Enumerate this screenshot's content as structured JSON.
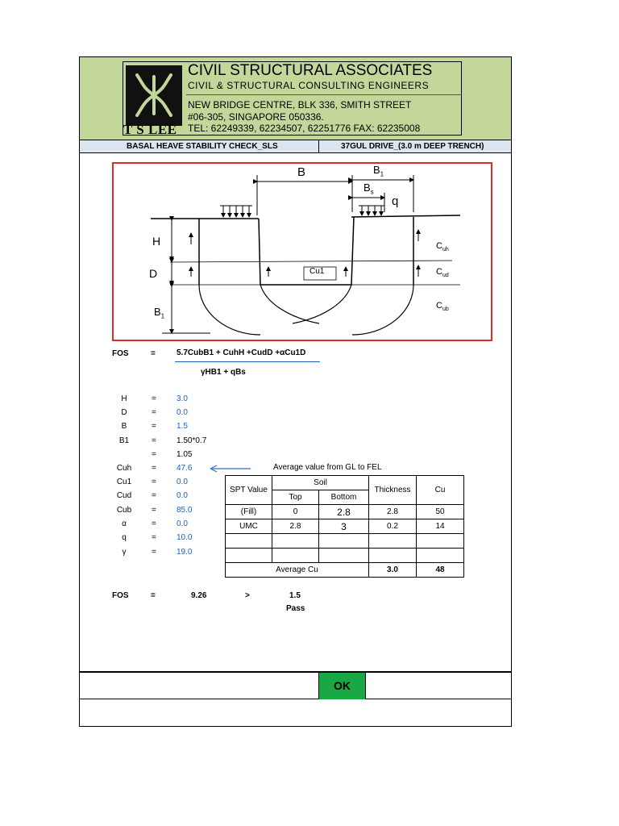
{
  "company": {
    "logo_text": "T S LEE",
    "name": "CIVIL STRUCTURAL ASSOCIATES",
    "subtitle": "CIVIL & STRUCTURAL CONSULTING ENGINEERS",
    "address1": "NEW BRIDGE CENTRE, BLK 336,  SMITH STREET",
    "address2": "#06-305,  SINGAPORE 050336.",
    "contact": "TEL: 62249339, 62234507, 62251776 FAX: 62235008"
  },
  "title_left": "BASAL HEAVE STABILITY CHECK_SLS",
  "title_right": "37GUL DRIVE_(3.0 m DEEP TRENCH)",
  "diagram_labels": {
    "B": "B",
    "B1_top": "B",
    "B1_top_sub": "1",
    "Bs": "B",
    "Bs_sub": "s",
    "q": "q",
    "H": "H",
    "D": "D",
    "B1_left": "B",
    "B1_left_sub": "1",
    "Cu1": "Cu1",
    "Cuh": "C",
    "Cuh_sub": "uh",
    "Cud": "C",
    "Cud_sub": "ud",
    "Cub": "C",
    "Cub_sub": "ub"
  },
  "formula": {
    "label": "FOS",
    "eq": "=",
    "numerator": "5.7CubB1 + CuhH +CudD +αCu1D",
    "denominator": "γHB1 + qBs"
  },
  "params": [
    {
      "name": "H",
      "value": "3.0",
      "blue": true
    },
    {
      "name": "D",
      "value": "0.0",
      "blue": true
    },
    {
      "name": "B",
      "value": "1.5",
      "blue": true
    },
    {
      "name": "B1",
      "value": "1.50*0.7",
      "blue": false
    },
    {
      "name": "",
      "value": "1.05",
      "blue": false
    },
    {
      "name": "Cuh",
      "value": "47.6",
      "blue": true
    },
    {
      "name": "Cu1",
      "value": "0.0",
      "blue": true
    },
    {
      "name": "Cud",
      "value": "0.0",
      "blue": true
    },
    {
      "name": "Cub",
      "value": "85.0",
      "blue": true
    },
    {
      "name": "α",
      "value": "0.0",
      "blue": true
    },
    {
      "name": "q",
      "value": "10.0",
      "blue": true
    },
    {
      "name": "γ",
      "value": "19.0",
      "blue": true
    }
  ],
  "avg_note": "Average value from GL to FEL",
  "table": {
    "h_spt": "SPT Value",
    "h_soil": "Soil",
    "h_top": "Top",
    "h_bottom": "Bottom",
    "h_thickness": "Thickness",
    "h_cu": "Cu",
    "rows": [
      {
        "spt": "(Fill)",
        "top": "0",
        "bottom": "2.8",
        "thickness": "2.8",
        "cu": "50"
      },
      {
        "spt": "UMC",
        "top": "2.8",
        "bottom": "3",
        "thickness": "0.2",
        "cu": "14"
      }
    ],
    "avg_label": "Average Cu",
    "avg_thickness": "3.0",
    "avg_cu": "48"
  },
  "result": {
    "label": "FOS",
    "eq": "=",
    "value": "9.26",
    "op": ">",
    "limit": "1.5",
    "status": "Pass"
  },
  "ok_label": "OK",
  "colors": {
    "header_bg": "#c4d79b",
    "title_bg": "#dce6f1",
    "ok_bg": "#19a845",
    "diagram_border": "#e12b2b",
    "input_blue": "#1f5fbf"
  }
}
